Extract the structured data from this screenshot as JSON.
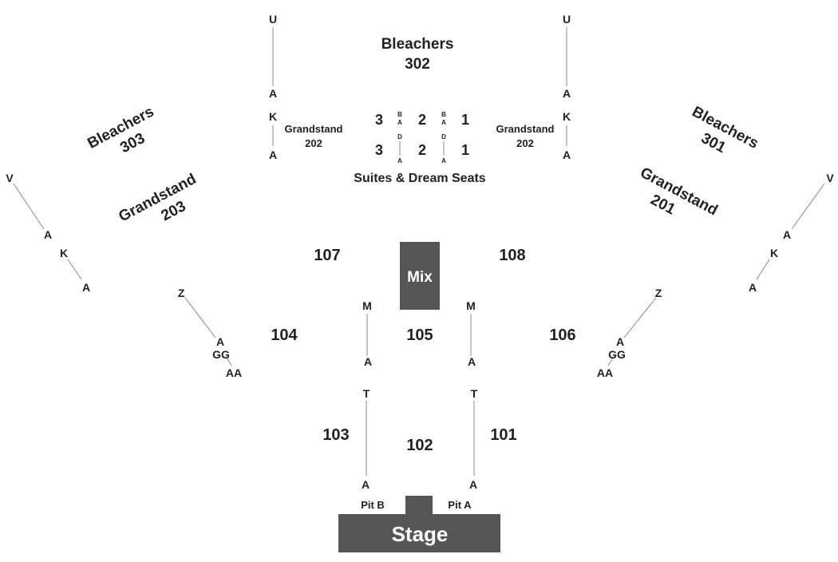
{
  "stage": {
    "label": "Stage",
    "pit_left": "Pit B",
    "pit_right": "Pit A"
  },
  "mix": {
    "label": "Mix"
  },
  "sections": {
    "s101": "101",
    "s102": "102",
    "s103": "103",
    "s104": "104",
    "s105": "105",
    "s106": "106",
    "s107": "107",
    "s108": "108"
  },
  "upper": {
    "bleachers_302_a": "Bleachers",
    "bleachers_302_b": "302",
    "bleachers_303_a": "Bleachers",
    "bleachers_303_b": "303",
    "bleachers_301_a": "Bleachers",
    "bleachers_301_b": "301",
    "grandstand_203_a": "Grandstand",
    "grandstand_203_b": "203",
    "grandstand_201_a": "Grandstand",
    "grandstand_201_b": "201",
    "grandstand_202_a": "Grandstand",
    "grandstand_202_b": "202",
    "suites": "Suites & Dream Seats"
  },
  "suites": {
    "top": [
      "3",
      "2",
      "1"
    ],
    "bottom": [
      "3",
      "2",
      "1"
    ],
    "top_dividers": [
      [
        "B",
        "A"
      ],
      [
        "B",
        "A"
      ]
    ],
    "bottom_dividers": [
      [
        "D",
        "A"
      ],
      [
        "D",
        "A"
      ]
    ]
  },
  "rows": {
    "U": "U",
    "A": "A",
    "K": "K",
    "V": "V",
    "Z": "Z",
    "GG": "GG",
    "AA": "AA",
    "M": "M",
    "T": "T"
  },
  "colors": {
    "block": "#555555",
    "text": "#222222",
    "line": "#888888"
  }
}
